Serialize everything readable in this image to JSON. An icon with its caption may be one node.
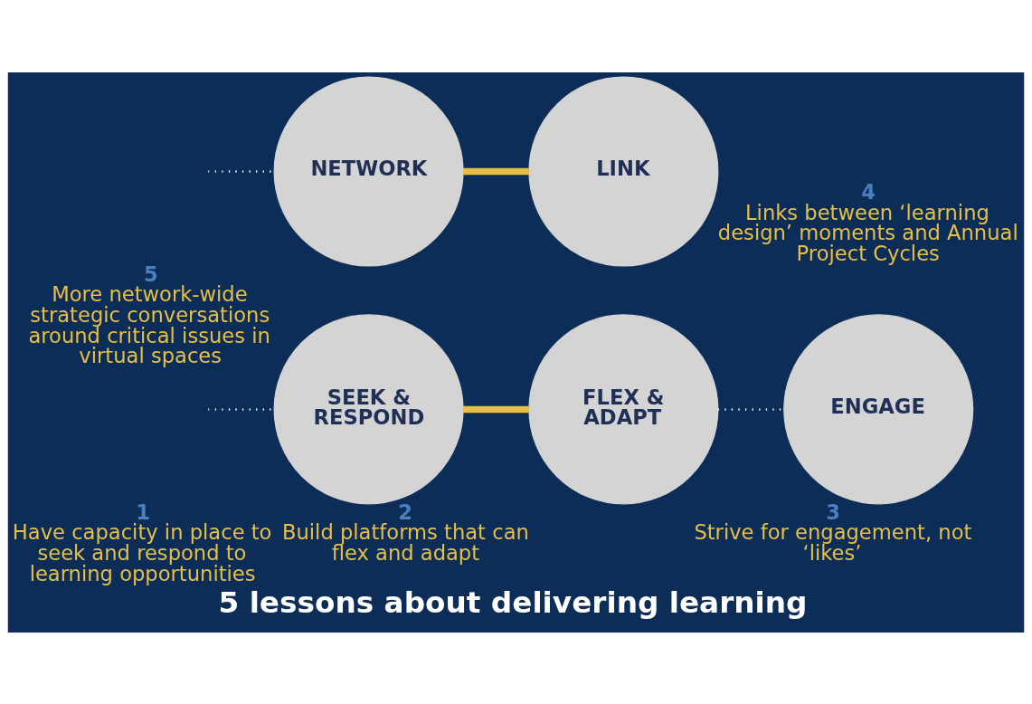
{
  "diagram": {
    "title": "5 lessons about delivering learning",
    "nodes": [
      {
        "text": [
          "SEEK & RESPOND"
        ],
        "beside": [
          "1",
          "Have capacity in place to seek and respond to learning opportunities"
        ]
      },
      {
        "text": [
          "FLEX & ADAPT"
        ],
        "beside": [
          "2",
          "Build platforms that can flex and adapt"
        ]
      },
      {
        "text": [
          "ENGAGE"
        ],
        "beside": [
          "3",
          "Strive for engagement, not ‘likes’"
        ]
      },
      {
        "text": [
          "NETWORK"
        ],
        "beside": [
          "5",
          "More network-wide strategic conversations around critical issues in virtual spaces"
        ]
      },
      {
        "text": [
          "LINK"
        ],
        "beside": [
          "4",
          "Links between ‘learning design’ moments and Annual Project Cycles"
        ]
      }
    ],
    "edges": [
      {
        "from": null,
        "to": 0,
        "arrow": "none",
        "style": "dashed"
      },
      {
        "from": 0,
        "to": 1,
        "arrow": "none",
        "style": "thick",
        "color": "#e8bf45"
      },
      {
        "from": 1,
        "to": 2,
        "arrow": "none",
        "style": "dashed"
      },
      {
        "from": null,
        "to": 3,
        "arrow": "none",
        "style": "dashed"
      },
      {
        "from": 3,
        "to": 4,
        "arrow": "none",
        "style": "thick",
        "color": "#e8bf45"
      }
    ]
  }
}
